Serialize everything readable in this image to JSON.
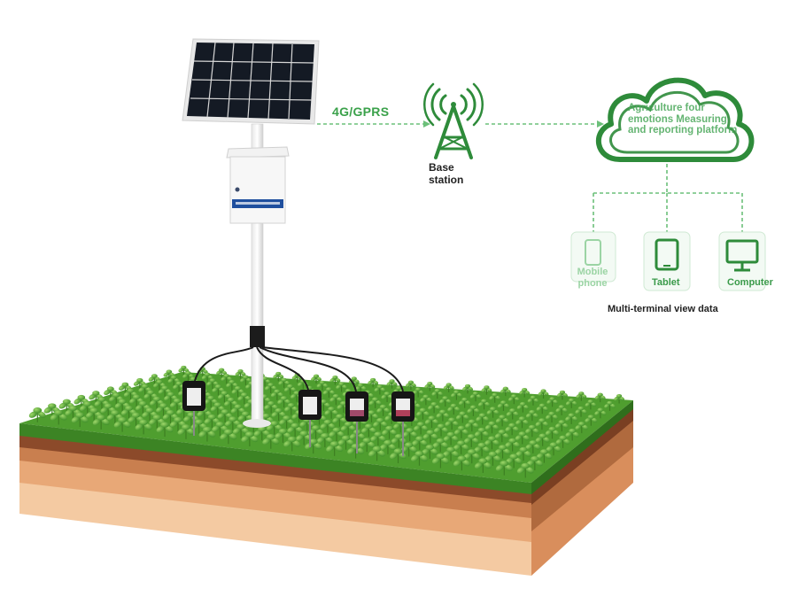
{
  "network_label": "4G/GPRS",
  "base_station_label": "Base station",
  "platform_label": "Agriculture four emotions Measuring and reporting platform",
  "terminals": {
    "mobile_label": "Mobile phone",
    "tablet_label": "Tablet",
    "computer_label": "Computer",
    "caption": "Multi-terminal view data"
  },
  "colors": {
    "brand_green": "#2e8b3a",
    "grass": "#4a9a35",
    "soil_dark": "#8a4a28",
    "soil_light": "#f2c9a0"
  }
}
